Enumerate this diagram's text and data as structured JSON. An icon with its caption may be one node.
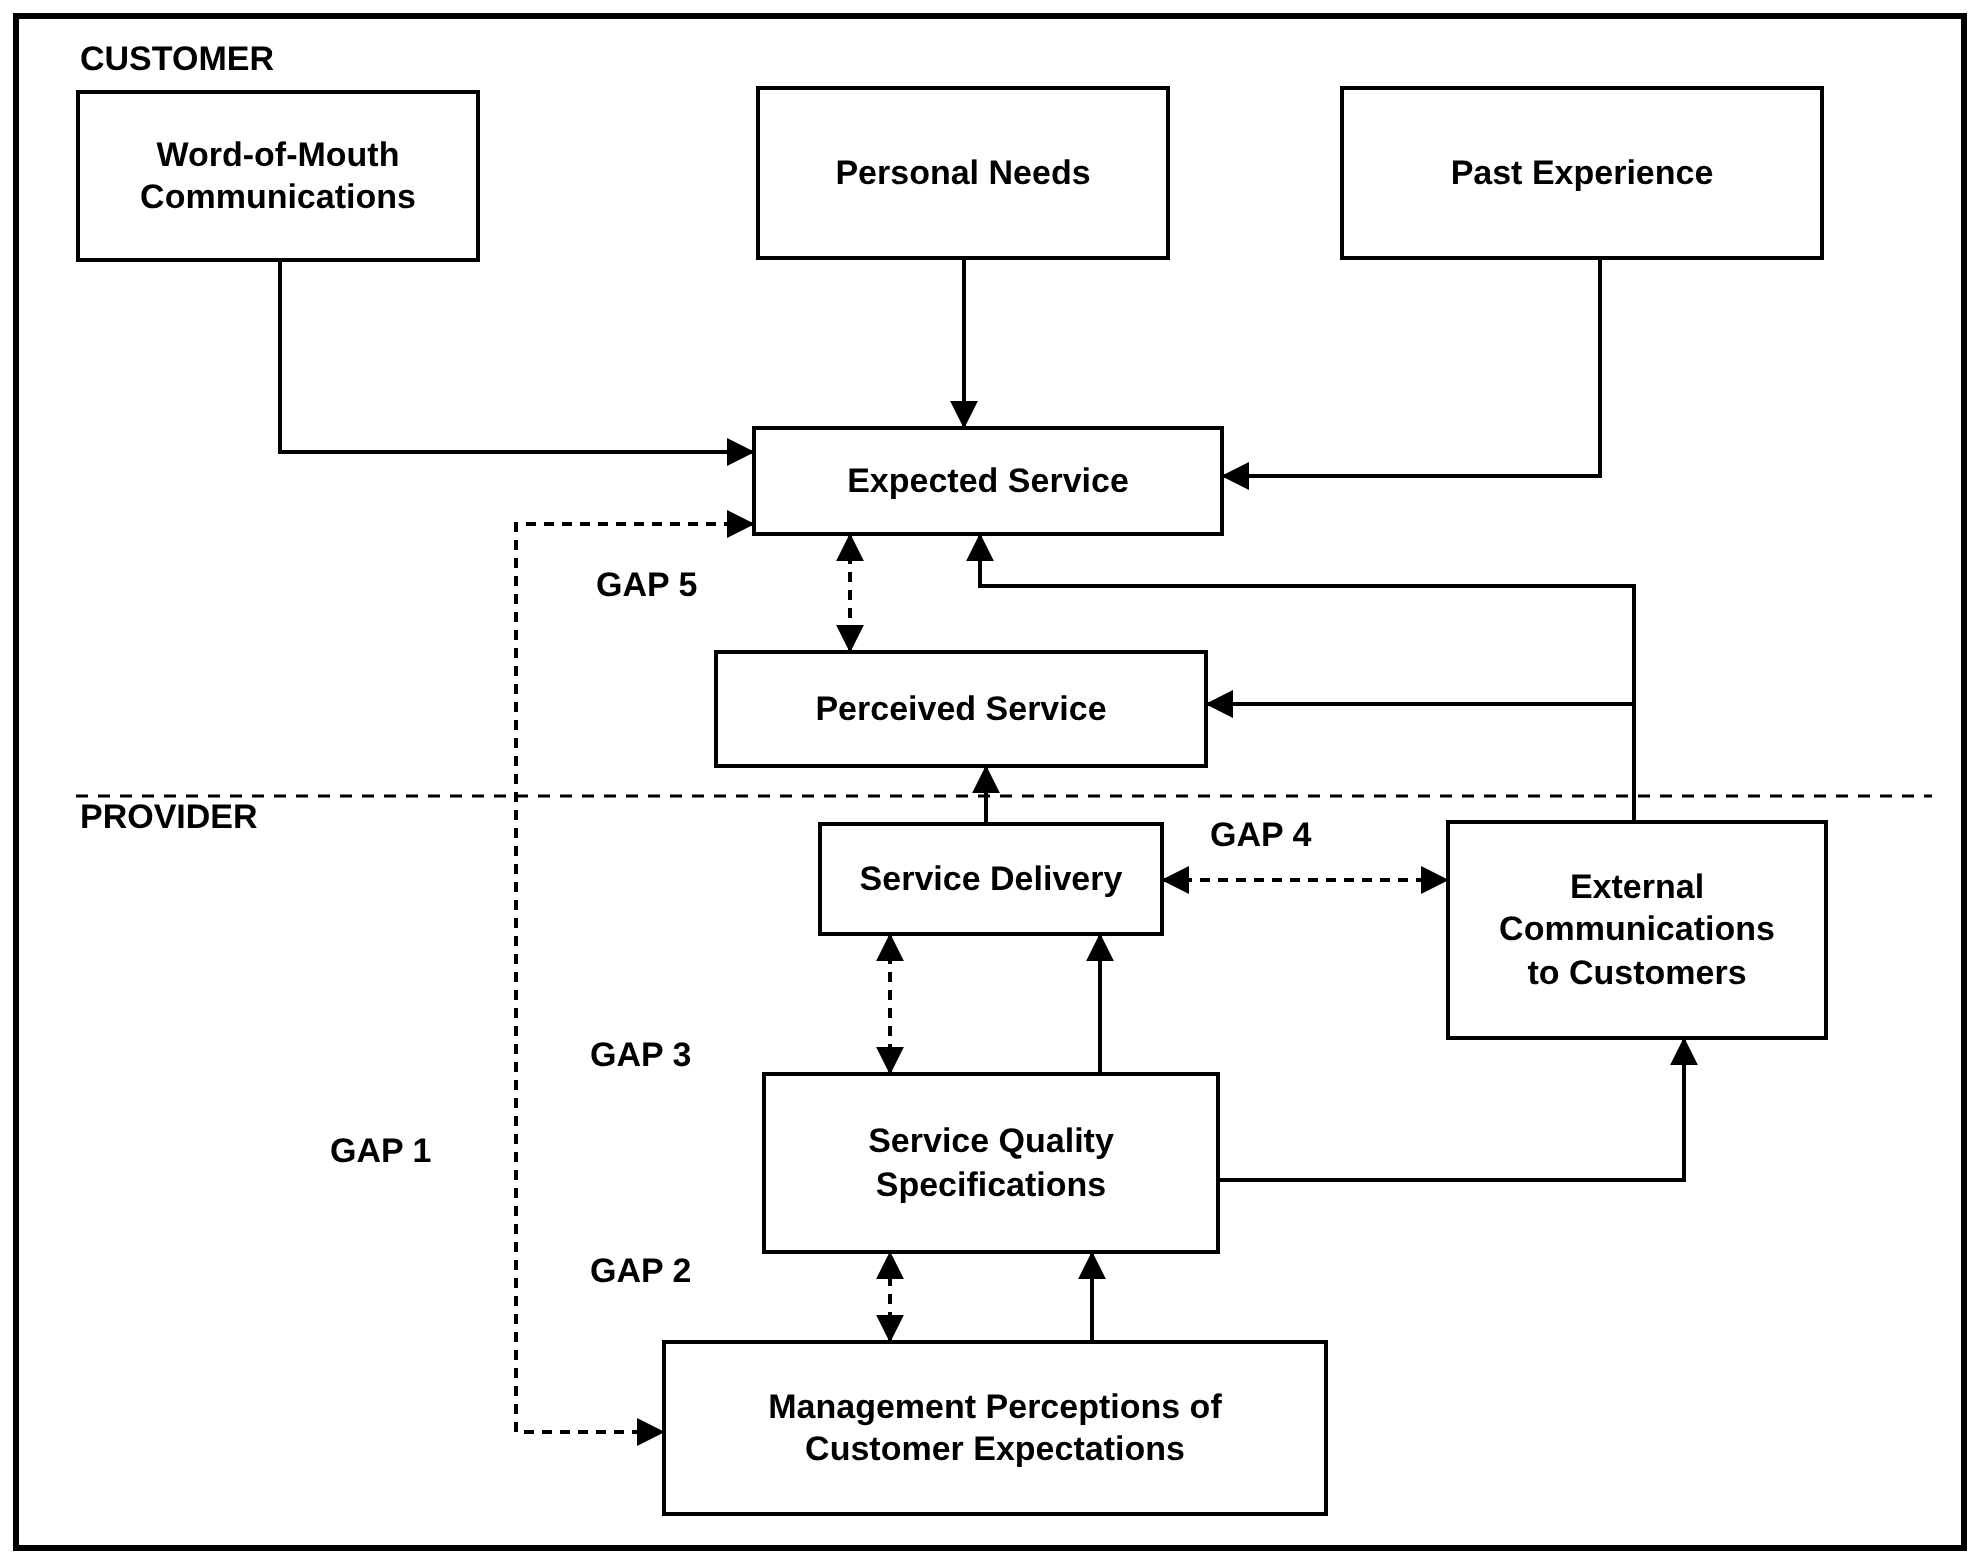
{
  "diagram": {
    "nodes": [
      {
        "text": [
          "Word-of-Mouth Communications"
        ]
      },
      {
        "text": [
          "Personal Needs"
        ]
      },
      {
        "text": [
          "Past Experience"
        ]
      },
      {
        "text": [
          "Expected Service"
        ]
      },
      {
        "text": [
          "Perceived Service"
        ]
      },
      {
        "text": [
          "Service Delivery"
        ]
      },
      {
        "text": [
          "External Communications to Customers"
        ]
      },
      {
        "text": [
          "Service Quality Specifications"
        ]
      },
      {
        "text": [
          "Management Perceptions of Customer Expectations"
        ]
      }
    ],
    "edges": [
      {
        "from": 0,
        "to": 3,
        "arrow": "to"
      },
      {
        "from": 1,
        "to": 3,
        "arrow": "to"
      },
      {
        "from": 2,
        "to": 3,
        "arrow": "to"
      },
      {
        "from": 3,
        "to": 4,
        "arrow": "both",
        "style": "dashed"
      },
      {
        "from": 6,
        "to": 3,
        "arrow": "to"
      },
      {
        "from": 6,
        "to": 4,
        "arrow": "to"
      },
      {
        "from": 5,
        "to": 4,
        "arrow": "to"
      },
      {
        "from": 5,
        "to": 6,
        "arrow": "both",
        "style": "dashed"
      },
      {
        "from": 7,
        "to": 5,
        "arrow": "both",
        "style": "dashed"
      },
      {
        "from": 7,
        "to": 5,
        "arrow": "to"
      },
      {
        "from": 7,
        "to": 6,
        "arrow": "to"
      },
      {
        "from": 8,
        "to": 7,
        "arrow": "both",
        "style": "dashed"
      },
      {
        "from": 8,
        "to": 7,
        "arrow": "to"
      },
      {
        "from": 3,
        "to": 8,
        "arrow": "both",
        "style": "dashed"
      }
    ],
    "labels": [
      "CUSTOMER",
      "GAP 5",
      "PROVIDER",
      "GAP 4",
      "GAP 3",
      "GAP 1",
      "GAP 2"
    ]
  }
}
